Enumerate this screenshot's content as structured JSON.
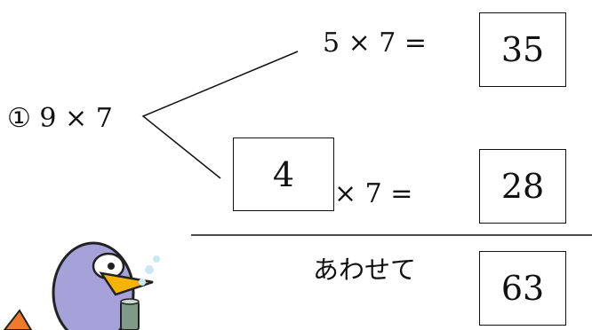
{
  "problem": {
    "label": "① 9 × 7"
  },
  "split": {
    "row1_expression": "5 × 7 =",
    "row1_answer": "35",
    "row2_box": "4",
    "row2_expression": "× 7 =",
    "row2_answer": "28"
  },
  "total": {
    "label": "あわせて",
    "answer": "63"
  },
  "colors": {
    "ink": "#111111",
    "mascot_body": "#a6a1d8",
    "mascot_beak": "#f5b400",
    "mascot_accent": "#f07a2a",
    "can": "#7f9a86"
  },
  "icons": {
    "mascot": "bird-mascot-icon"
  }
}
